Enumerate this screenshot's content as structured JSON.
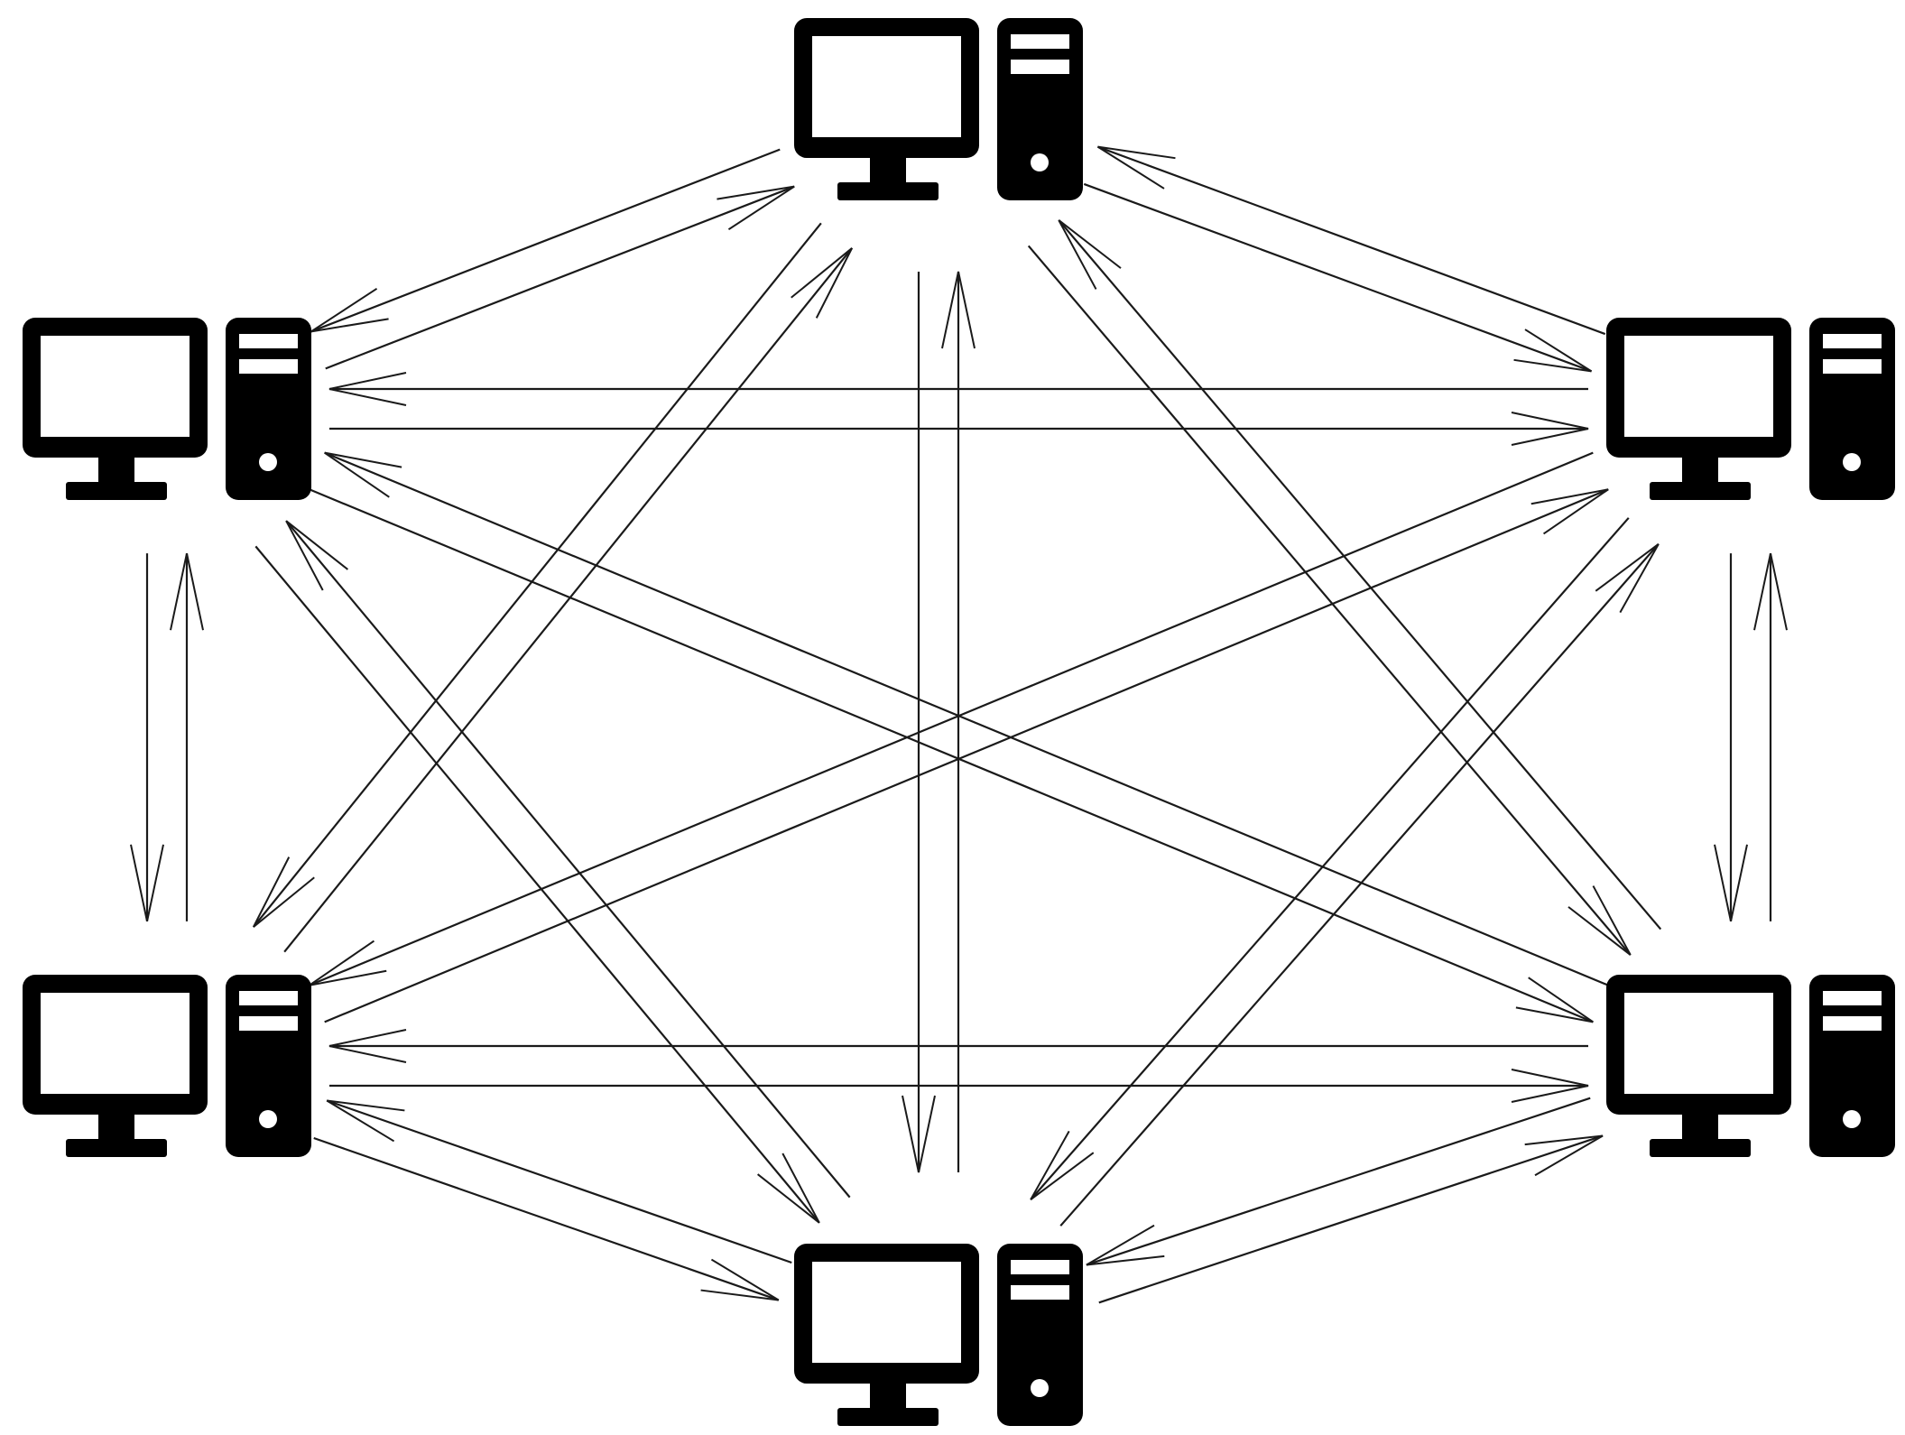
{
  "diagram": {
    "type": "fully-connected-network",
    "node_icon": "desktop-computer-icon",
    "nodes": [
      {
        "id": "top",
        "icon": "desktop-computer-icon"
      },
      {
        "id": "upper-left",
        "icon": "desktop-computer-icon"
      },
      {
        "id": "upper-right",
        "icon": "desktop-computer-icon"
      },
      {
        "id": "lower-left",
        "icon": "desktop-computer-icon"
      },
      {
        "id": "lower-right",
        "icon": "desktop-computer-icon"
      },
      {
        "id": "bottom",
        "icon": "desktop-computer-icon"
      }
    ],
    "edges": [
      {
        "from": "top",
        "to": "upper-left",
        "bidirectional": true
      },
      {
        "from": "top",
        "to": "upper-right",
        "bidirectional": true
      },
      {
        "from": "top",
        "to": "lower-left",
        "bidirectional": true
      },
      {
        "from": "top",
        "to": "lower-right",
        "bidirectional": true
      },
      {
        "from": "top",
        "to": "bottom",
        "bidirectional": true
      },
      {
        "from": "upper-left",
        "to": "upper-right",
        "bidirectional": true
      },
      {
        "from": "upper-left",
        "to": "lower-left",
        "bidirectional": true
      },
      {
        "from": "upper-left",
        "to": "lower-right",
        "bidirectional": true
      },
      {
        "from": "upper-left",
        "to": "bottom",
        "bidirectional": true
      },
      {
        "from": "upper-right",
        "to": "lower-left",
        "bidirectional": true
      },
      {
        "from": "upper-right",
        "to": "lower-right",
        "bidirectional": true
      },
      {
        "from": "upper-right",
        "to": "bottom",
        "bidirectional": true
      },
      {
        "from": "lower-left",
        "to": "lower-right",
        "bidirectional": true
      },
      {
        "from": "lower-left",
        "to": "bottom",
        "bidirectional": true
      },
      {
        "from": "lower-right",
        "to": "bottom",
        "bidirectional": true
      }
    ],
    "colors": {
      "stroke": "#1a1a1a",
      "icon": "#000000",
      "background": "#ffffff"
    }
  }
}
